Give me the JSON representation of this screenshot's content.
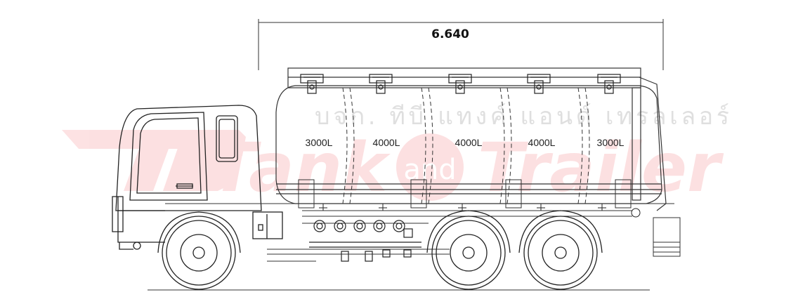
{
  "dimension": {
    "overall_length": "6.640"
  },
  "compartments": [
    {
      "label": "3000L"
    },
    {
      "label": "4000L"
    },
    {
      "label": "4000L"
    },
    {
      "label": "4000L"
    },
    {
      "label": "3000L"
    }
  ],
  "watermark": {
    "thai_company": "บจก. ทีบี แทงค์ แอนด์ เทรลเลอร์",
    "logo": "TB",
    "word_tank": "Tank",
    "word_and": "and",
    "word_trailer": "Trailer",
    "color": "#ee1c24"
  }
}
